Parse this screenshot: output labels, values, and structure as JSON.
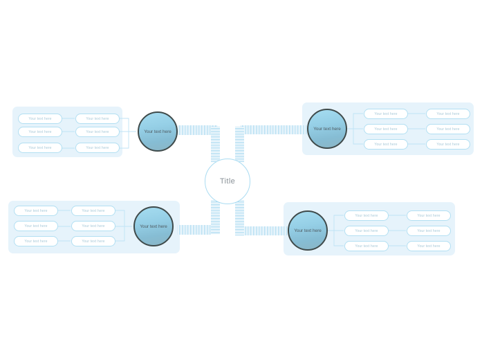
{
  "diagram": {
    "type": "mind-map",
    "background_color": "#ffffff",
    "panel_color": "#e6f3fb",
    "accent_color": "#a9d9f0",
    "node_text_color": "#a8c9d8",
    "center": {
      "label": "Title",
      "shape": "circle",
      "fill": "#ffffff",
      "border_color": "#aadcf2"
    },
    "branches": [
      {
        "id": "top-left",
        "position": "top-left",
        "circle_label": "Your text here",
        "circle_fill": "#95cfe6",
        "circle_border": "#3f4a4a",
        "rows": [
          {
            "inner": "Your text here",
            "outer": "Your text here"
          },
          {
            "inner": "Your text here",
            "outer": "Your text here"
          },
          {
            "inner": "Your text here",
            "outer": "Your text here"
          }
        ]
      },
      {
        "id": "top-right",
        "position": "top-right",
        "circle_label": "Your text here",
        "circle_fill": "#95cfe6",
        "circle_border": "#3f4a4a",
        "rows": [
          {
            "inner": "Your text here",
            "outer": "Your text here"
          },
          {
            "inner": "Your text here",
            "outer": "Your text here"
          },
          {
            "inner": "Your text here",
            "outer": "Your text here"
          }
        ]
      },
      {
        "id": "bottom-left",
        "position": "bottom-left",
        "circle_label": "Your text here",
        "circle_fill": "#95cfe6",
        "circle_border": "#3f4a4a",
        "rows": [
          {
            "inner": "Your text here",
            "outer": "Your text here"
          },
          {
            "inner": "Your text here",
            "outer": "Your text here"
          },
          {
            "inner": "Your text here",
            "outer": "Your text here"
          }
        ]
      },
      {
        "id": "bottom-right",
        "position": "bottom-right",
        "circle_label": "Your text here",
        "circle_fill": "#95cfe6",
        "circle_border": "#3f4a4a",
        "rows": [
          {
            "inner": "Your text here",
            "outer": "Your text here"
          },
          {
            "inner": "Your text here",
            "outer": "Your text here"
          },
          {
            "inner": "Your text here",
            "outer": "Your text here"
          }
        ]
      }
    ]
  }
}
